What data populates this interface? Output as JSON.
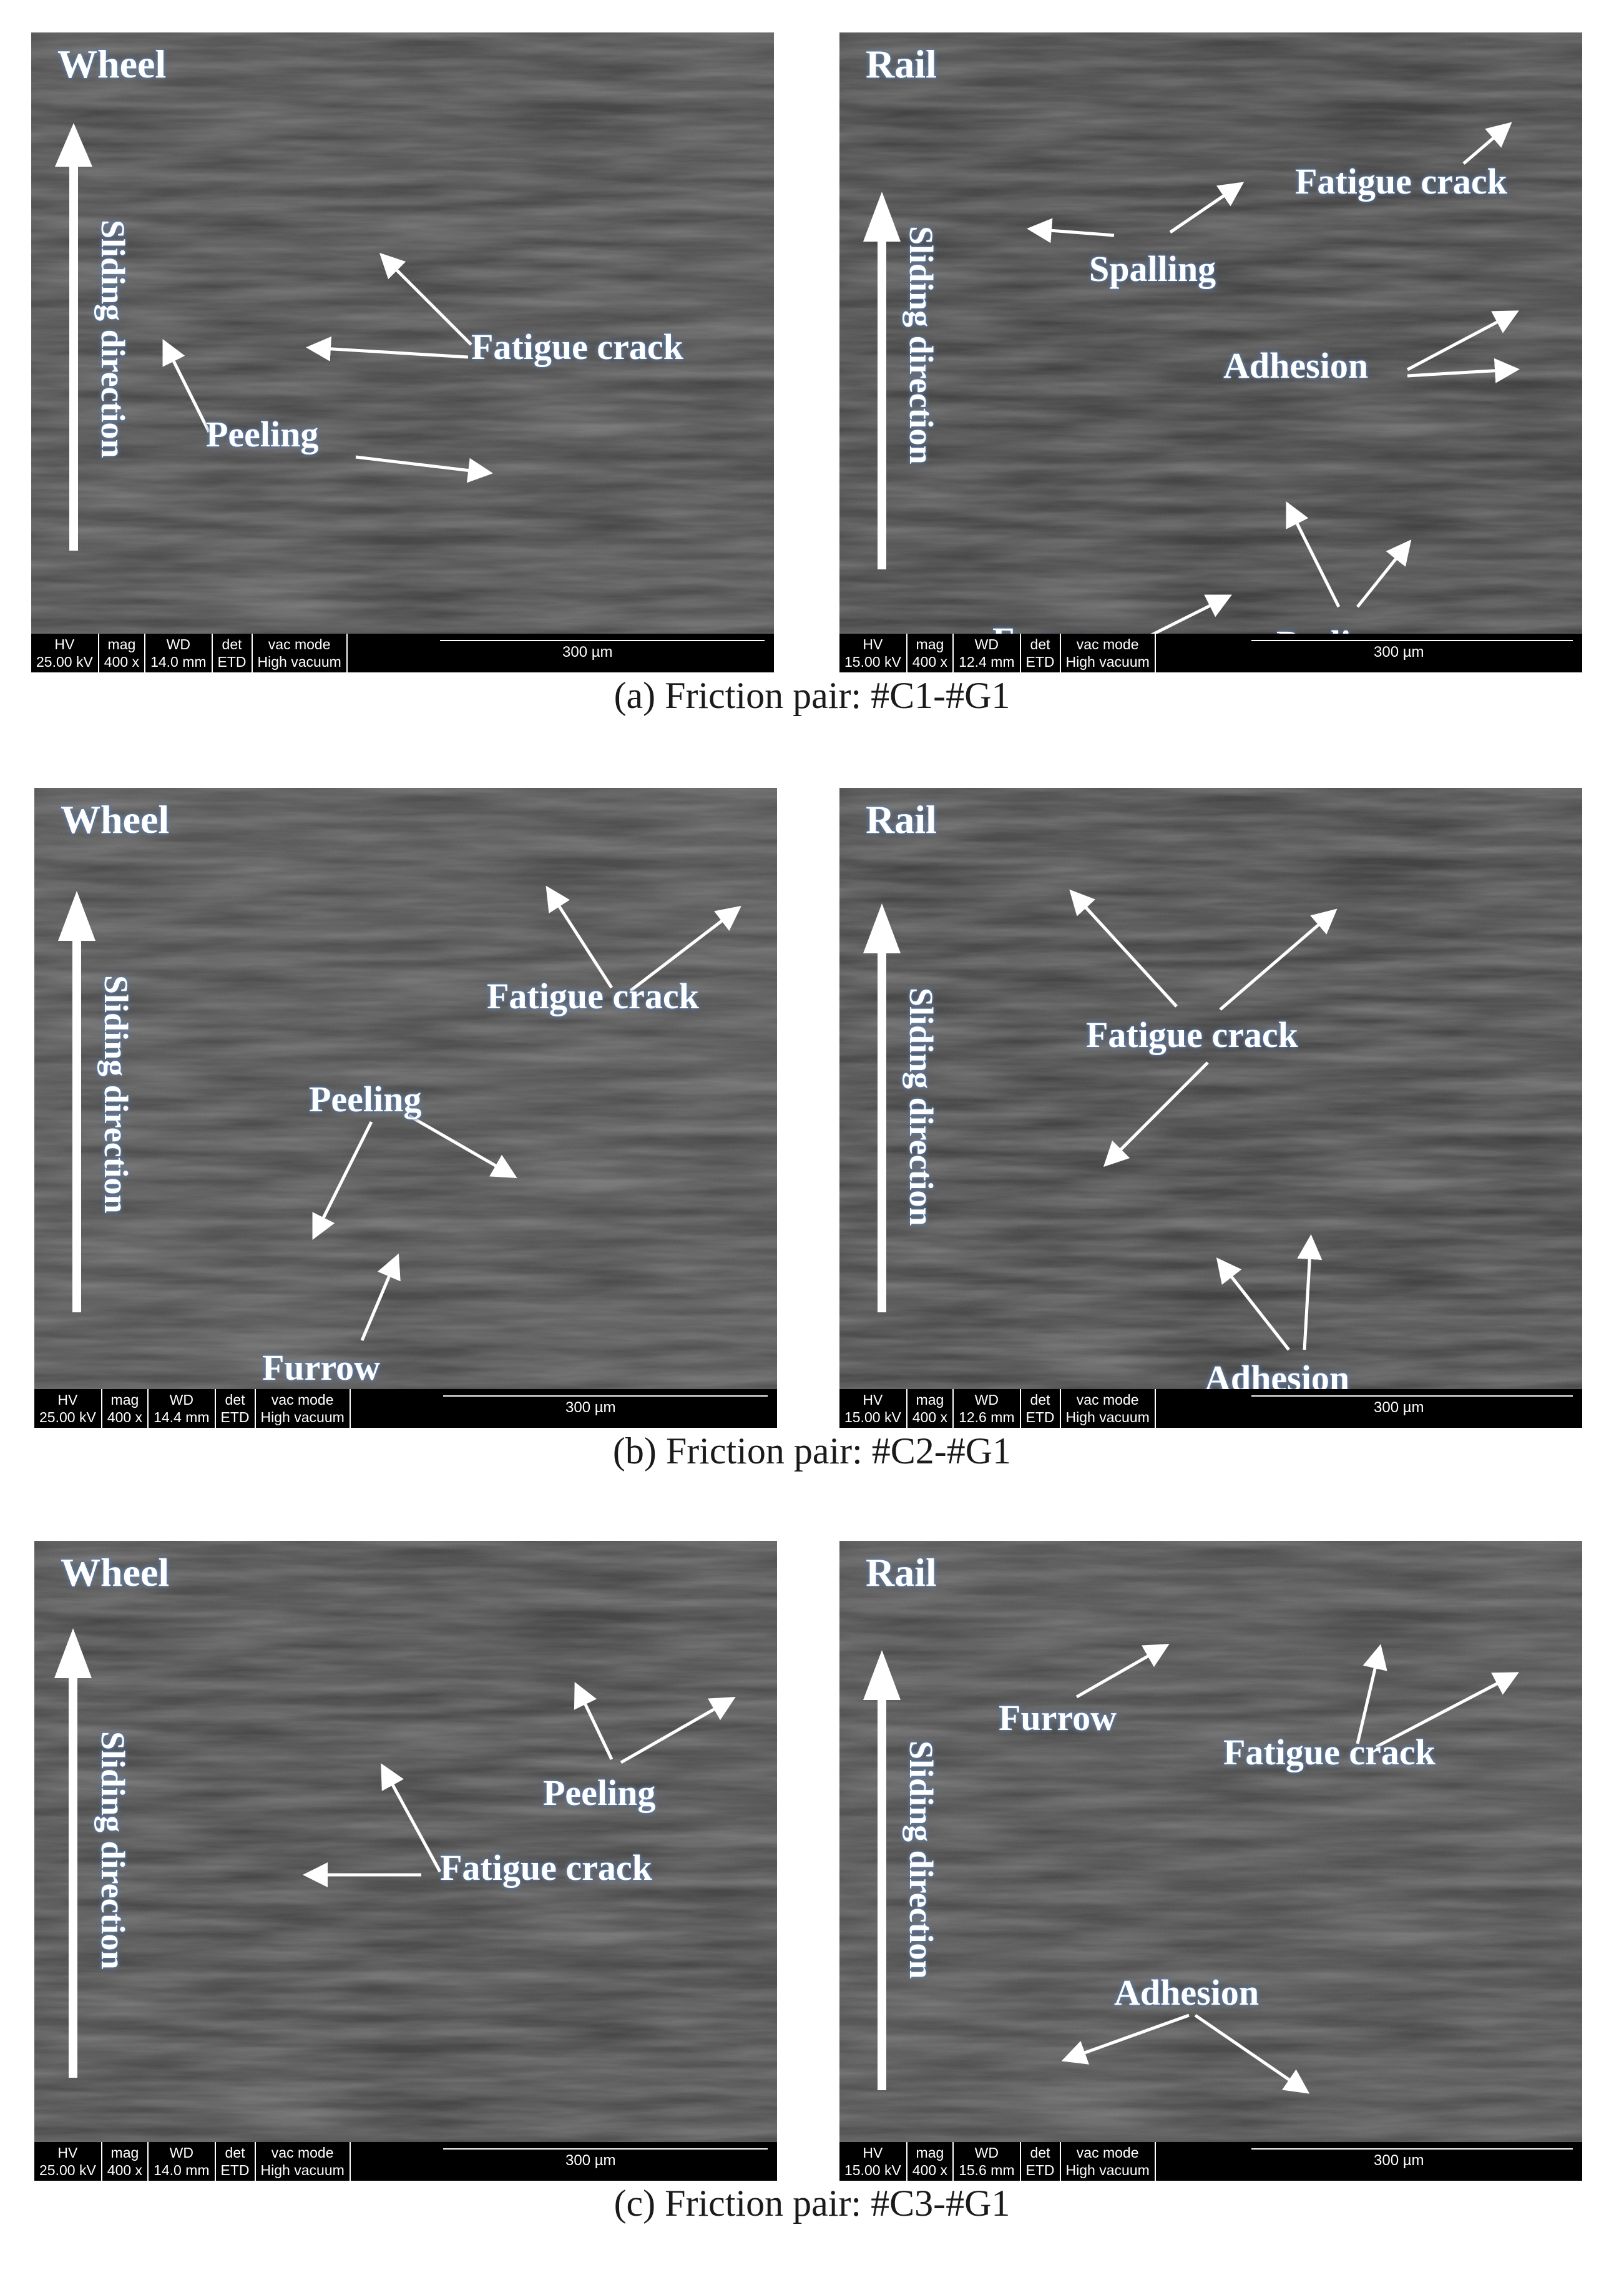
{
  "rows": [
    {
      "caption": "(a) Friction pair: #C1-#G1",
      "wheel": {
        "title": "Wheel",
        "sliding": "Sliding direction",
        "labels": [
          "Fatigue crack",
          "Peeling"
        ],
        "info": {
          "hv": "25.00 kV",
          "mag": "400 x",
          "wd": "14.0 mm",
          "det": "ETD",
          "vac": "High vacuum",
          "scale": "300 µm"
        }
      },
      "rail": {
        "title": "Rail",
        "sliding": "Sliding direction",
        "labels": [
          "Fatigue crack",
          "Spalling",
          "Adhesion",
          "Furrow",
          "Peeling"
        ],
        "info": {
          "hv": "15.00 kV",
          "mag": "400 x",
          "wd": "12.4 mm",
          "det": "ETD",
          "vac": "High vacuum",
          "scale": "300 µm"
        }
      }
    },
    {
      "caption": "(b) Friction pair: #C2-#G1",
      "wheel": {
        "title": "Wheel",
        "sliding": "Sliding direction",
        "labels": [
          "Fatigue crack",
          "Peeling",
          "Furrow"
        ],
        "info": {
          "hv": "25.00 kV",
          "mag": "400 x",
          "wd": "14.4 mm",
          "det": "ETD",
          "vac": "High vacuum",
          "scale": "300 µm"
        }
      },
      "rail": {
        "title": "Rail",
        "sliding": "Sliding direction",
        "labels": [
          "Fatigue crack",
          "Adhesion"
        ],
        "info": {
          "hv": "15.00 kV",
          "mag": "400 x",
          "wd": "12.6 mm",
          "det": "ETD",
          "vac": "High vacuum",
          "scale": "300 µm"
        }
      }
    },
    {
      "caption": "(c) Friction pair: #C3-#G1",
      "wheel": {
        "title": "Wheel",
        "sliding": "Sliding direction",
        "labels": [
          "Peeling",
          "Fatigue crack"
        ],
        "info": {
          "hv": "25.00 kV",
          "mag": "400 x",
          "wd": "14.0 mm",
          "det": "ETD",
          "vac": "High vacuum",
          "scale": "300 µm"
        }
      },
      "rail": {
        "title": "Rail",
        "sliding": "Sliding direction",
        "labels": [
          "Furrow",
          "Fatigue crack",
          "Adhesion"
        ],
        "info": {
          "hv": "15.00 kV",
          "mag": "400 x",
          "wd": "15.6 mm",
          "det": "ETD",
          "vac": "High vacuum",
          "scale": "300 µm"
        }
      }
    }
  ]
}
